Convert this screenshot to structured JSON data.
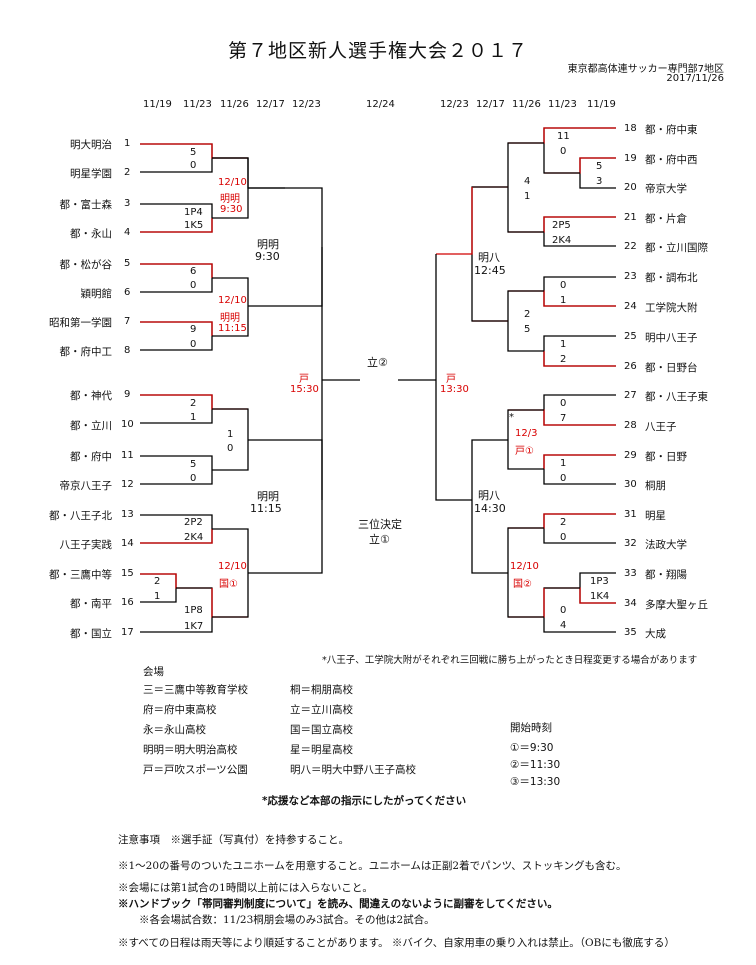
{
  "title": "第７地区新人選手権大会２０１７",
  "org": "東京都高体連サッカー専門部7地区",
  "date": "2017/11/26",
  "dates_left": [
    "11/19",
    "11/23",
    "11/26",
    "12/17",
    "12/23"
  ],
  "date_center": "12/24",
  "dates_right": [
    "12/23",
    "12/17",
    "11/26",
    "11/23",
    "11/19"
  ],
  "left_teams": [
    {
      "no": "1",
      "name": "明大明治"
    },
    {
      "no": "2",
      "name": "明星学園"
    },
    {
      "no": "3",
      "name": "都・富士森"
    },
    {
      "no": "4",
      "name": "都・永山"
    },
    {
      "no": "5",
      "name": "都・松が谷"
    },
    {
      "no": "6",
      "name": "穎明館"
    },
    {
      "no": "7",
      "name": "昭和第一学園"
    },
    {
      "no": "8",
      "name": "都・府中工"
    },
    {
      "no": "9",
      "name": "都・神代"
    },
    {
      "no": "10",
      "name": "都・立川"
    },
    {
      "no": "11",
      "name": "都・府中"
    },
    {
      "no": "12",
      "name": "帝京八王子"
    },
    {
      "no": "13",
      "name": "都・八王子北"
    },
    {
      "no": "14",
      "name": "八王子実践"
    },
    {
      "no": "15",
      "name": "都・三鷹中等"
    },
    {
      "no": "16",
      "name": "都・南平"
    },
    {
      "no": "17",
      "name": "都・国立"
    }
  ],
  "right_teams": [
    {
      "no": "18",
      "name": "都・府中東"
    },
    {
      "no": "19",
      "name": "都・府中西"
    },
    {
      "no": "20",
      "name": "帝京大学"
    },
    {
      "no": "21",
      "name": "都・片倉"
    },
    {
      "no": "22",
      "name": "都・立川国際"
    },
    {
      "no": "23",
      "name": "都・調布北"
    },
    {
      "no": "24",
      "name": "工学院大附"
    },
    {
      "no": "25",
      "name": "明中八王子"
    },
    {
      "no": "26",
      "name": "都・日野台"
    },
    {
      "no": "27",
      "name": "都・八王子東"
    },
    {
      "no": "28",
      "name": "八王子"
    },
    {
      "no": "29",
      "name": "都・日野"
    },
    {
      "no": "30",
      "name": "桐朋"
    },
    {
      "no": "31",
      "name": "明星"
    },
    {
      "no": "32",
      "name": "法政大学"
    },
    {
      "no": "33",
      "name": "都・翔陽"
    },
    {
      "no": "34",
      "name": "多摩大聖ヶ丘"
    },
    {
      "no": "35",
      "name": "大成"
    }
  ],
  "scores": {
    "l1": "5",
    "l2": "0",
    "l3": "1P4",
    "l4": "1K5",
    "l5": "6",
    "l6": "0",
    "l7": "9",
    "l8": "0",
    "l9": "2",
    "l10": "1",
    "l11": "5",
    "l12": "0",
    "l910a": "1",
    "l910b": "0",
    "l13": "2P2",
    "l14": "2K4",
    "l15": "2",
    "l16": "1",
    "l17a": "1P8",
    "l17b": "1K7",
    "r18": "11",
    "r18b": "0",
    "r19": "5",
    "r20": "3",
    "r1820a": "4",
    "r1820b": "1",
    "r21": "2P5",
    "r22": "2K4",
    "r23": "0",
    "r24": "1",
    "r2326a": "2",
    "r2326b": "5",
    "r25": "1",
    "r26": "2",
    "r27": "0",
    "r28": "7",
    "r29": "1",
    "r30": "0",
    "r31": "2",
    "r32": "0",
    "r33": "1P3",
    "r34": "1K4",
    "r3335a": "0",
    "r3335b": "4"
  },
  "sched": {
    "lA1": "12/10",
    "lA2": "明明",
    "lA3": "9:30",
    "lB1": "12/10",
    "lB2": "明明",
    "lB3": "11:15",
    "lC1": "12/10",
    "lC2": "国①",
    "lSF1a": "明明",
    "lSF1b": "9:30",
    "lSF2a": "明明",
    "lSF2b": "11:15",
    "lF1": "戸",
    "lF2": "15:30",
    "center": "立②",
    "rF1": "戸",
    "rF2": "13:30",
    "rSF1a": "明八",
    "rSF1b": "12:45",
    "rSF2a": "明八",
    "rSF2b": "14:30",
    "rA0": "*",
    "rA1": "12/3",
    "rA2": "戸①",
    "rB1": "12/10",
    "rB2": "国②",
    "third1": "三位決定",
    "third2": "立①"
  },
  "footnote": "*八王子、工学院大附がそれぞれ三回戦に勝ち上がったとき日程変更する場合があります",
  "venue_header": "会場",
  "venues_col1": [
    "三＝三鷹中等教育学校",
    "府＝府中東高校",
    "永＝永山高校",
    "明明＝明大明治高校",
    "戸＝戸吹スポーツ公園"
  ],
  "venues_col2": [
    "桐＝桐朋高校",
    "立＝立川高校",
    "国＝国立高校",
    "星＝明星高校",
    "明八＝明大中野八王子高校"
  ],
  "start_header": "開始時刻",
  "start_times": [
    "①＝9:30",
    "②＝11:30",
    "③＝13:30"
  ],
  "instruction": "*応援など本部の指示にしたがってください",
  "notes": [
    "注意事項　※選手証（写真付）を持参すること。",
    "※1～20の番号のついたユニホームを用意すること。ユニホームは正副2着でパンツ、ストッキングも含む。",
    "※会場には第1試合の1時間以上前には入らないこと。",
    "※ハンドブック「帯同審判制度について」を読み、間違えのないように副審をしてください。",
    "　　※各会場試合数：11/23桐朋会場のみ3試合。その他は2試合。",
    "※すべての日程は雨天等により順延することがあります。 ※バイク、自家用車の乗り入れは禁止。（OBにも徹底する）"
  ]
}
